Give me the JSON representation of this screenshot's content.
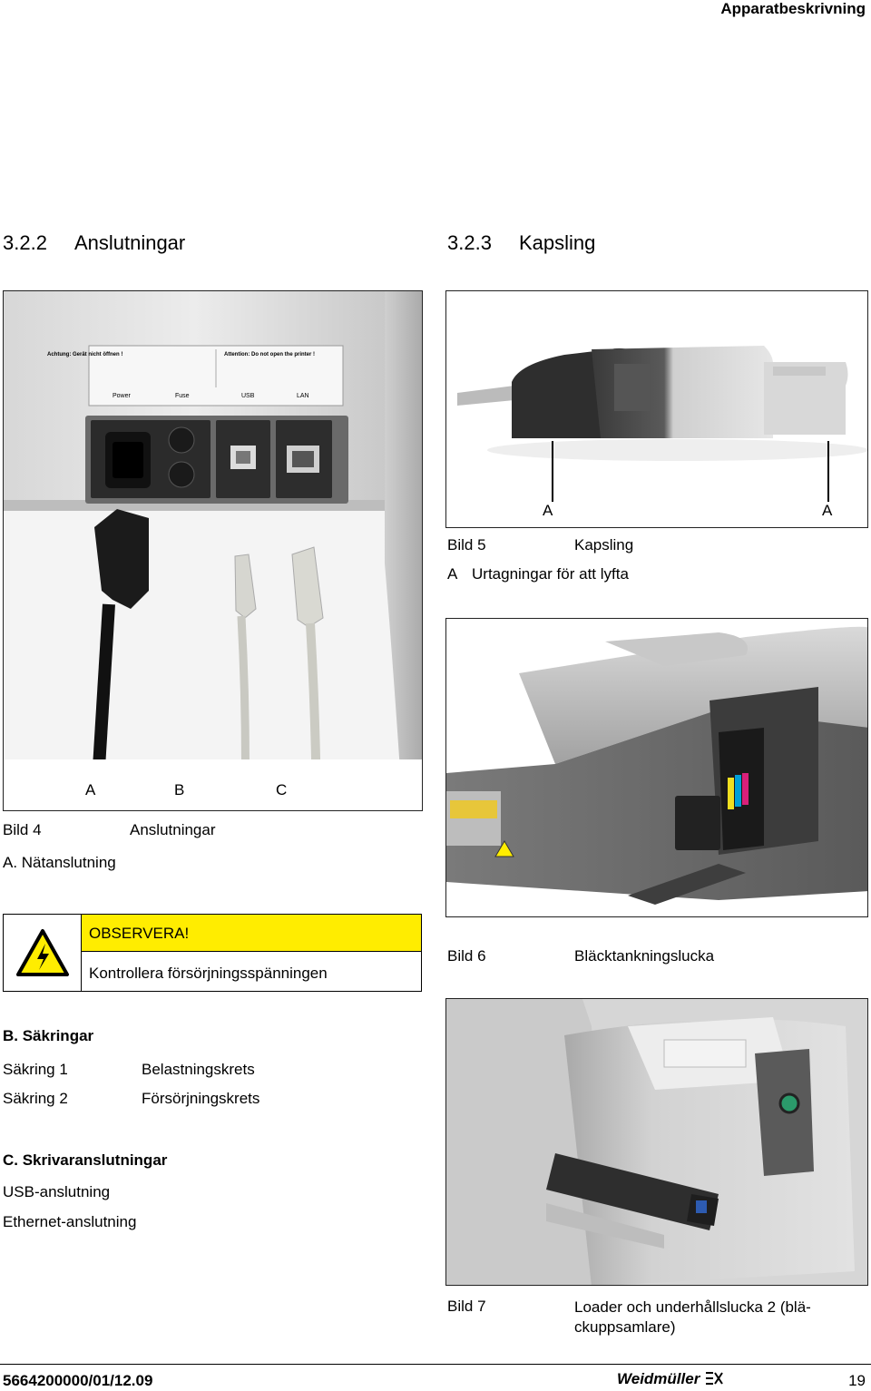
{
  "header": {
    "section_title": "Apparatbeskrivning"
  },
  "left": {
    "heading": {
      "number": "3.2.2",
      "title": "Anslutningar"
    },
    "figure": {
      "connector_labels": [
        "A",
        "B",
        "C"
      ],
      "panel_label_de": "Achtung: Gerät nicht öffnen !",
      "panel_label_en": "Attention: Do not open the printer !",
      "port_labels": [
        "Power",
        "Fuse",
        "USB",
        "LAN"
      ]
    },
    "caption": {
      "number": "Bild 4",
      "text": "Anslutningar"
    },
    "section_a": "A. Nätanslutning",
    "warning": {
      "title": "OBSERVERA!",
      "text": "Kontrollera försörjningsspänningen"
    },
    "section_b": {
      "title": "B. Säkringar",
      "rows": [
        {
          "name": "Säkring 1",
          "desc": "Belastningskrets"
        },
        {
          "name": "Säkring 2",
          "desc": "Försörjningskrets"
        }
      ]
    },
    "section_c": {
      "title": "C. Skrivaranslutningar",
      "items": [
        "USB-anslutning",
        "Ethernet-anslutning"
      ]
    }
  },
  "right": {
    "heading": {
      "number": "3.2.3",
      "title": "Kapsling"
    },
    "figure5": {
      "markers": [
        "A",
        "A"
      ],
      "caption_number": "Bild 5",
      "caption_text": "Kapsling",
      "legend_key": "A",
      "legend_text": "Urtagningar för att lyfta"
    },
    "figure6": {
      "caption_number": "Bild 6",
      "caption_text": "Bläcktankningslucka"
    },
    "figure7": {
      "caption_number": "Bild 7",
      "caption_text": "Loader och underhållslucka 2 (blä-\nckuppsamlare)"
    }
  },
  "footer": {
    "doc_number": "5664200000/01/12.09",
    "brand": "Weidmüller",
    "page": "19"
  },
  "colors": {
    "warning_yellow": "#ffed00",
    "warning_sign": "#ffed00",
    "text": "#000000"
  }
}
